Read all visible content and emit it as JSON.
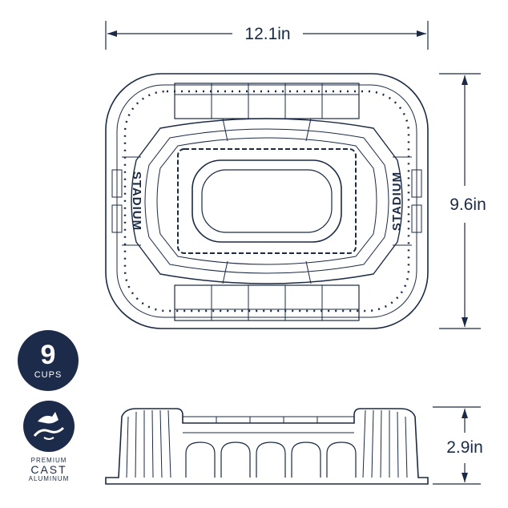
{
  "dimensions": {
    "width": "12.1in",
    "depth": "9.6in",
    "height": "2.9in"
  },
  "embossed_text": {
    "left": "STADIUM",
    "right": "STADIUM"
  },
  "capacity_badge": {
    "number": "9",
    "unit": "CUPS"
  },
  "material_badge": {
    "line1": "PREMIUM",
    "line2": "CAST",
    "line3": "ALUMINUM"
  },
  "colors": {
    "navy": "#1c2b49",
    "line": "#1b2a44"
  }
}
